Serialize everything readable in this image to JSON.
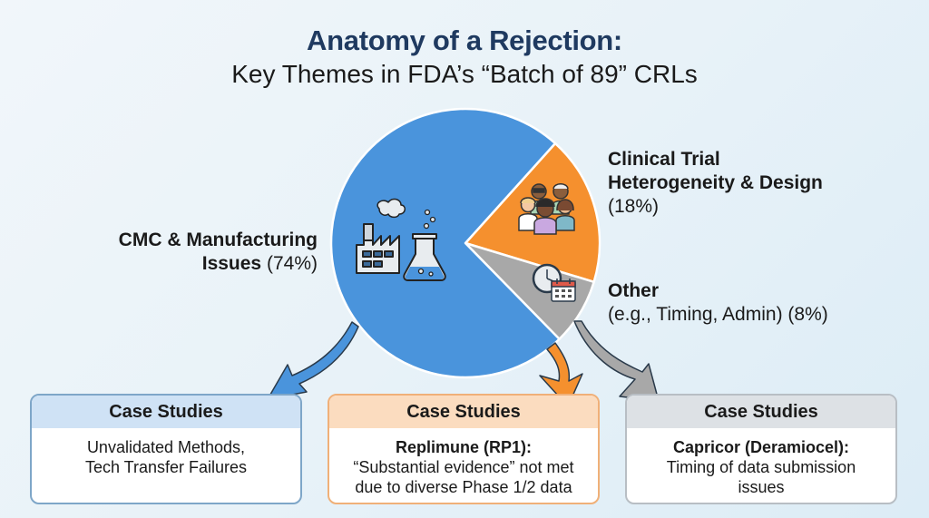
{
  "title": "Anatomy of a Rejection:",
  "subtitle": "Key Themes in FDA’s “Batch of 89” CRLs",
  "colors": {
    "cmc": "#4a94dc",
    "clinical": "#f5902e",
    "other": "#a8a8a8",
    "title": "#1f3a60"
  },
  "chart_data": {
    "type": "pie",
    "title": "Anatomy of a Rejection: Key Themes in FDA’s “Batch of 89” CRLs",
    "categories": [
      "CMC & Manufacturing Issues",
      "Clinical Trial Heterogeneity & Design",
      "Other (e.g., Timing, Admin)"
    ],
    "values": [
      74,
      18,
      8
    ],
    "unit": "%",
    "slices": [
      {
        "name": "CMC & Manufacturing Issues",
        "value": 74,
        "color": "#4a94dc",
        "icon": "factory-flask-icon"
      },
      {
        "name": "Clinical Trial Heterogeneity & Design",
        "value": 18,
        "color": "#f5902e",
        "icon": "people-group-icon"
      },
      {
        "name": "Other (e.g., Timing, Admin)",
        "value": 8,
        "color": "#a8a8a8",
        "icon": "clock-calendar-icon"
      }
    ]
  },
  "labels": {
    "cmc": {
      "bold": "CMC & Manufacturing",
      "bold2": "Issues",
      "pct": "(74%)"
    },
    "clinical": {
      "bold1": "Clinical Trial",
      "bold2": "Heterogeneity & Design",
      "pct": "(18%)"
    },
    "other": {
      "bold": "Other",
      "detail": "(e.g., Timing, Admin) (8%)"
    }
  },
  "cards": [
    {
      "header": "Case Studies",
      "company": "",
      "lines": [
        "Unvalidated Methods,",
        "Tech Transfer Failures"
      ]
    },
    {
      "header": "Case Studies",
      "company": "Replimune (RP1):",
      "lines": [
        "“Substantial evidence” not met",
        "due to diverse Phase 1/2 data"
      ]
    },
    {
      "header": "Case Studies",
      "company": "Capricor (Deramiocel):",
      "lines": [
        "Timing of data submission",
        "issues"
      ]
    }
  ]
}
